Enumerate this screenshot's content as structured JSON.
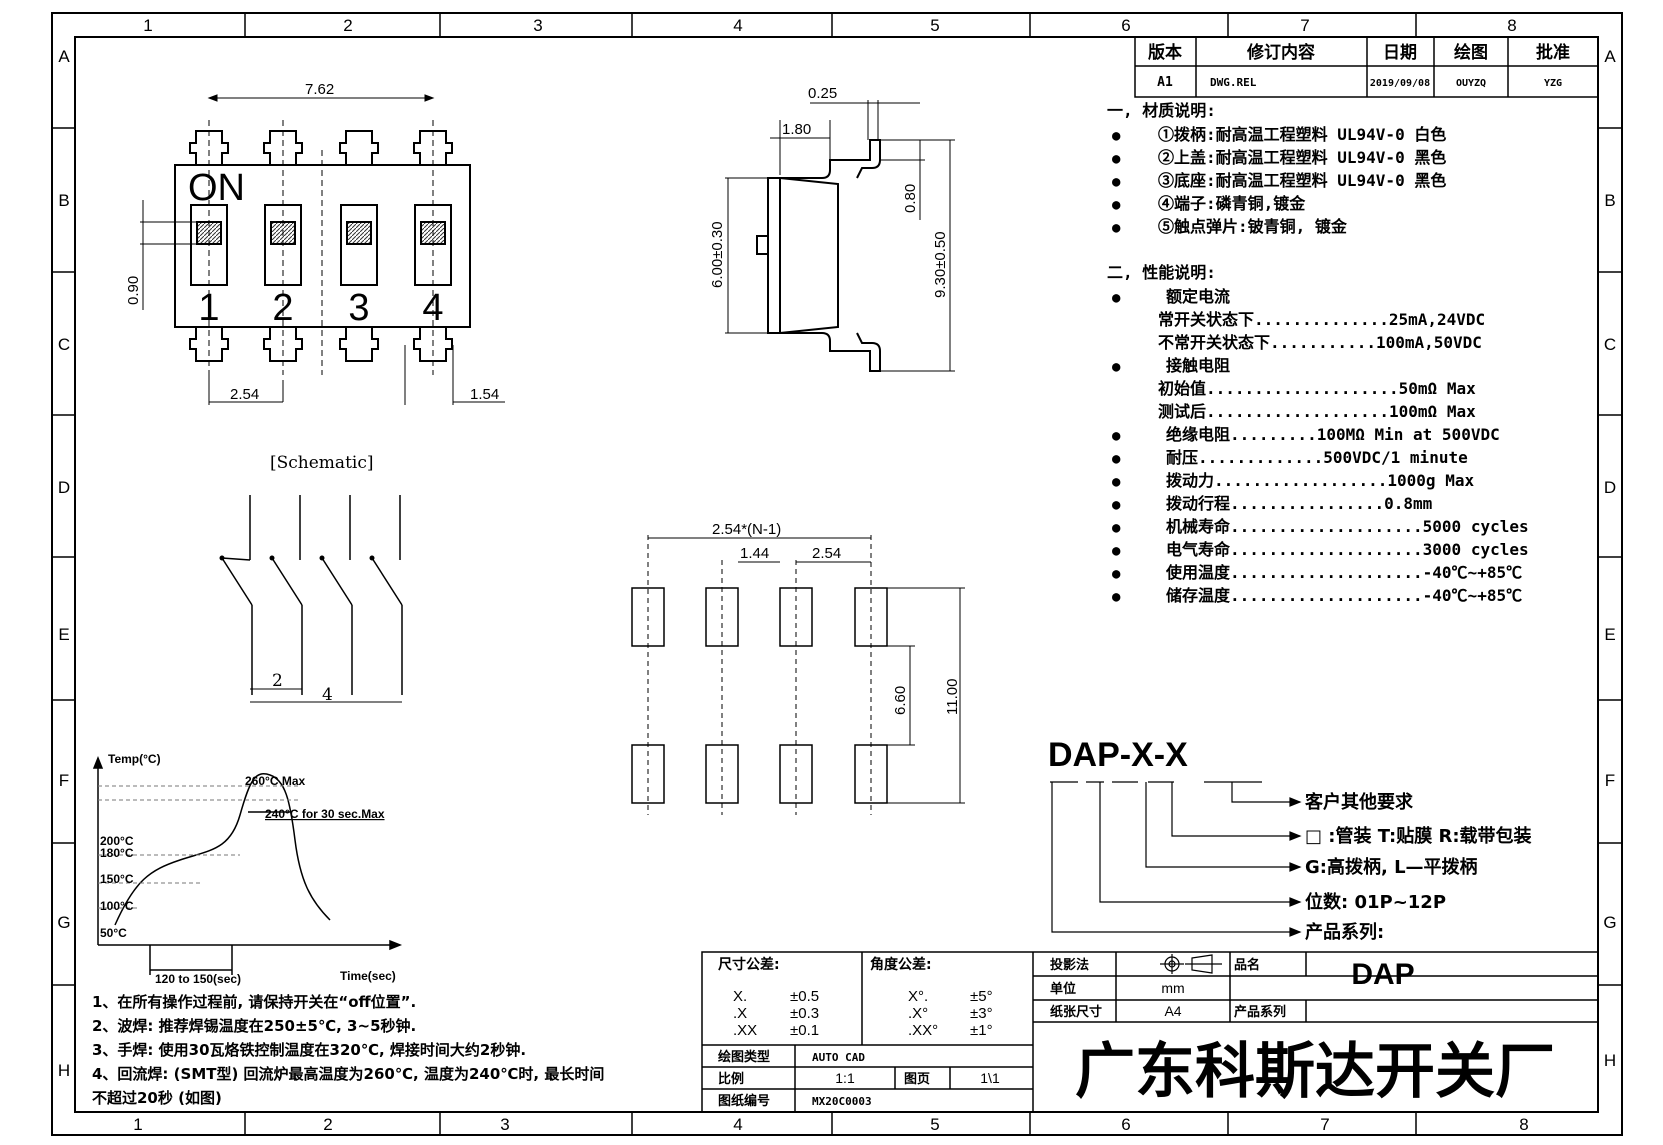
{
  "grid": {
    "columns": [
      "1",
      "2",
      "3",
      "4",
      "5",
      "6",
      "7",
      "8"
    ],
    "rows": [
      "A",
      "B",
      "C",
      "D",
      "E",
      "F",
      "G",
      "H"
    ]
  },
  "revision": {
    "headers": [
      "版本",
      "修订内容",
      "日期",
      "绘图",
      "批准"
    ],
    "row": [
      "A1",
      "DWG.REL",
      "2019/09/08",
      "OUYZQ",
      "YZG"
    ]
  },
  "materials": {
    "title": "一, 材质说明:",
    "items": [
      "①拨柄:耐高温工程塑料 UL94V-0 白色",
      "②上盖:耐高温工程塑料 UL94V-0 黑色",
      "③底座:耐高温工程塑料 UL94V-0 黑色",
      "④端子:磷青铜,镀金",
      "⑤触点弹片:铍青铜, 镀金"
    ]
  },
  "performance": {
    "title": "二, 性能说明:",
    "lines": [
      {
        "bullet": true,
        "text": "额定电流"
      },
      {
        "bullet": false,
        "text": "常开关状态下..............25mA,24VDC"
      },
      {
        "bullet": false,
        "text": "不常开关状态下...........100mA,50VDC"
      },
      {
        "bullet": true,
        "text": "接触电阻"
      },
      {
        "bullet": false,
        "text": "初始值....................50mΩ  Max"
      },
      {
        "bullet": false,
        "text": "测试后...................100mΩ  Max"
      },
      {
        "bullet": true,
        "text": "绝缘电阻.........100MΩ  Min at 500VDC"
      },
      {
        "bullet": true,
        "text": "耐压.............500VDC/1 minute"
      },
      {
        "bullet": true,
        "text": "拨动力..................1000g Max"
      },
      {
        "bullet": true,
        "text": "拨动行程................0.8mm"
      },
      {
        "bullet": true,
        "text": "机械寿命....................5000 cycles"
      },
      {
        "bullet": true,
        "text": "电气寿命....................3000 cycles"
      },
      {
        "bullet": true,
        "text": "使用温度....................-40℃~+85℃"
      },
      {
        "bullet": true,
        "text": "储存温度....................-40℃~+85℃"
      }
    ]
  },
  "top_view": {
    "on_label": "ON",
    "switch_numbers": [
      "1",
      "2",
      "3",
      "4"
    ],
    "dims": {
      "width": "7.62",
      "pitch": "2.54",
      "edge": "1.54",
      "height": "0.90"
    }
  },
  "side_view": {
    "dims": {
      "lead": "0.25",
      "offset": "1.80",
      "standoff": "0.80",
      "body": "6.00±0.30",
      "overall": "9.30±0.50"
    }
  },
  "schematic": {
    "title": "[Schematic]",
    "dims": {
      "small": "2",
      "large": "4"
    }
  },
  "footprint": {
    "dims": {
      "span": "2.54*(N-1)",
      "pad": "1.44",
      "pitch": "2.54",
      "inner": "6.60",
      "outer": "11.00"
    }
  },
  "reflow": {
    "y_axis": "Temp(°C)",
    "x_axis": "Time(sec)",
    "peak": "260°C Max",
    "hold": "240°C for 30 sec.Max",
    "temps": [
      "200°C",
      "180°C",
      "150°C",
      "100°C",
      "50°C"
    ],
    "duration": "120 to 150(sec)"
  },
  "part_number": {
    "code": "DAP-X-X",
    "legend": [
      "客户其他要求",
      "□ :管装  T:贴膜   R:载带包装",
      "G:高拨柄, L—平拨柄",
      "位数: 01P~12P",
      "产品系列:"
    ]
  },
  "notes": [
    "1、在所有操作过程前, 请保持开关在“off位置”.",
    "2、波焊: 推荐焊锡温度在250±5℃, 3~5秒钟.",
    "3、手焊: 使用30瓦烙铁控制温度在320℃, 焊接时间大约2秒钟.",
    "4、回流焊: (SMT型) 回流炉最高温度为260℃, 温度为240℃时, 最长时间",
    "不超过20秒 (如图)"
  ],
  "tolerance": {
    "size_title": "尺寸公差:",
    "size_rows": [
      [
        "X.",
        "±0.5"
      ],
      [
        ".X",
        "±0.3"
      ],
      [
        ".XX",
        "±0.1"
      ]
    ],
    "angle_title": "角度公差:",
    "angle_rows": [
      [
        "X°.",
        "±5°"
      ],
      [
        ".X°",
        "±3°"
      ],
      [
        ".XX°",
        "±1°"
      ]
    ]
  },
  "title_block": {
    "projection_label": "投影法",
    "unit_label": "单位",
    "unit_value": "mm",
    "paper_label": "纸张尺寸",
    "paper_value": "A4",
    "name_label": "品名",
    "name_value": "DAP",
    "series_label": "产品系列",
    "software_label": "绘图类型",
    "software_value": "AUTO CAD",
    "scale_label": "比例",
    "scale_value": "1:1",
    "page_label": "图页",
    "page_value": "1\\1",
    "drawing_no_label": "图纸编号",
    "drawing_no_value": "MX20C0003",
    "company": "广东科斯达开关厂"
  },
  "colors": {
    "ink": "#000000",
    "hatch": "#555555"
  }
}
